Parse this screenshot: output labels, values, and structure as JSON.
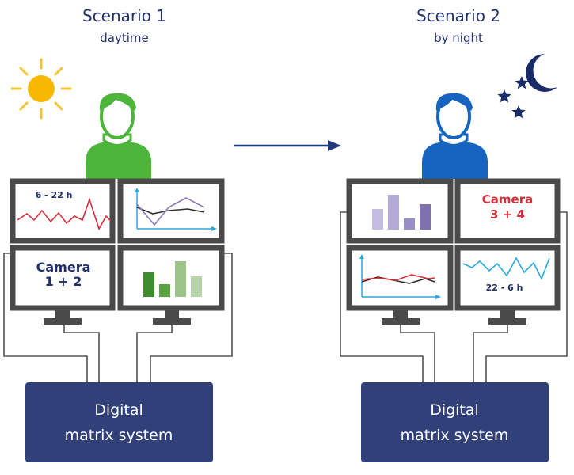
{
  "colors": {
    "navy": "#21306b",
    "arrow": "#1f3a7a",
    "monitor_frame": "#4a4a4a",
    "cable": "#555555",
    "box_fill": "#32407a",
    "box_text": "#ffffff",
    "sun": "#f6b800",
    "sun_rays": "#f5c430",
    "person_day": "#4cb53a",
    "person_night": "#1565c0",
    "moon_stars": "#1a2c68",
    "red_line": "#d2303b",
    "dark_line": "#303030",
    "purple_line": "#8e78b8",
    "axis": "#2aa7df",
    "green_dark": "#3e8e2e",
    "green_light": "#9bc48b",
    "purple_dark": "#7f70b0",
    "purple_light": "#c5bde0",
    "camera_day": "#21306b",
    "camera_night": "#d2303b"
  },
  "scenario1": {
    "title": "Scenario 1",
    "subtitle": "daytime",
    "time_label": "6 - 22 h",
    "camera_label_line1": "Camera",
    "camera_label_line2": "1 + 2",
    "system_line1": "Digital",
    "system_line2": "matrix system",
    "sun_icon": "sun-icon",
    "person_icon": "person-icon"
  },
  "scenario2": {
    "title": "Scenario 2",
    "subtitle": "by night",
    "time_label": "22 - 6 h",
    "camera_label_line1": "Camera",
    "camera_label_line2": "3 + 4",
    "system_line1": "Digital",
    "system_line2": "matrix system",
    "moon_icon": "moon-icon",
    "star_icon": "star-icon",
    "person_icon": "person-icon"
  },
  "transition_arrow_icon": "arrow-right-icon"
}
